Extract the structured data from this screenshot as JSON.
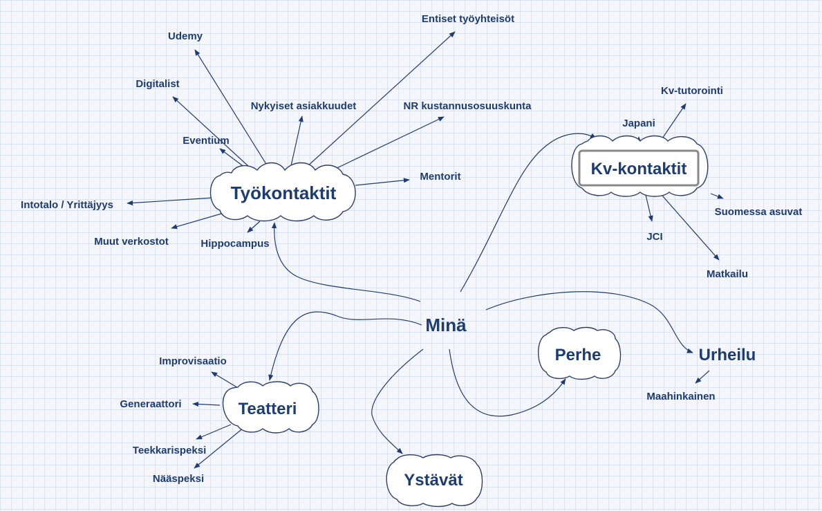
{
  "diagram": {
    "center": "Minä",
    "hubs": {
      "tyokontaktit": "Työkontaktit",
      "kv_kontaktit": "Kv-kontaktit",
      "teatteri": "Teatteri",
      "perhe": "Perhe",
      "ystavat": "Ystävät",
      "urheilu": "Urheilu"
    },
    "tyokontaktit_children": {
      "udemy": "Udemy",
      "digitalist": "Digitalist",
      "eventium": "Eventium",
      "nykyiset": "Nykyiset asiakkuudet",
      "entiset": "Entiset työyhteisöt",
      "nr": "NR kustannusosuuskunta",
      "mentorit": "Mentorit",
      "intotalo": "Intotalo / Yrittäjyys",
      "muut": "Muut verkostot",
      "hippocampus": "Hippocampus"
    },
    "kv_children": {
      "tutorointi": "Kv-tutorointi",
      "japani": "Japani",
      "suomessa": "Suomessa asuvat",
      "jci": "JCI",
      "matkailu": "Matkailu"
    },
    "teatteri_children": {
      "improvisaatio": "Improvisaatio",
      "generaattori": "Generaattori",
      "teekkarispeksi": "Teekkarispeksi",
      "naaspeksi": "Nääspeksi"
    },
    "urheilu_children": {
      "maahinkainen": "Maahinkainen"
    }
  },
  "colors": {
    "text": "#1d3c72",
    "line": "#1d3c72",
    "cloud_stroke": "#2a3f66",
    "cloud_fill": "#ffffff",
    "grid": "#dde3ee",
    "background": "#f4f6fa",
    "box_border": "#888888"
  }
}
